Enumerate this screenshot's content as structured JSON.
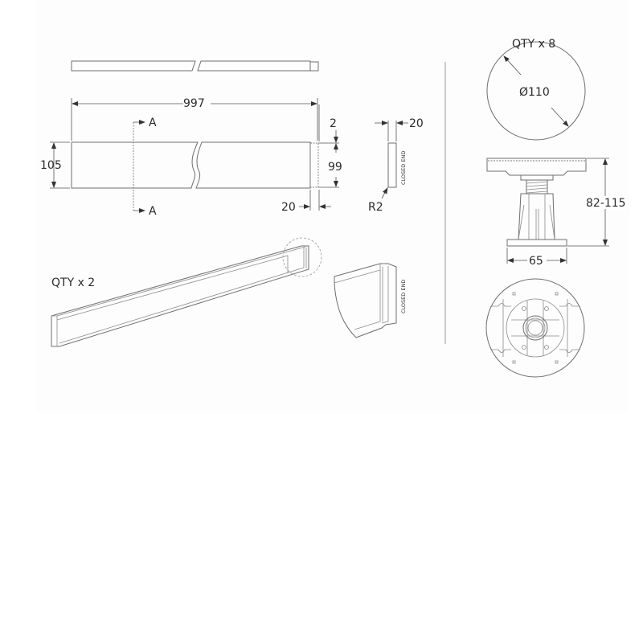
{
  "drawing": {
    "title": "Shower tray bath panel and leg kit technical drawing",
    "colors": {
      "background": "#ffffff",
      "panel": "#fdfdfd",
      "line": "#6e6e6e",
      "text": "#2b2b2b"
    },
    "panel_section": {
      "length_dim": "997",
      "height_dim": "105",
      "section_label_top": "A",
      "section_label_bottom": "A",
      "end_height_dim": "99",
      "end_offset_dim": "2",
      "end_length_dim": "20",
      "side_thickness_dim": "20",
      "radius_label": "R2",
      "closed_end_label": "CLOSED END",
      "iso_quantity": "QTY x 2",
      "detail_closed_end_label": "CLOSED END"
    },
    "leg_section": {
      "quantity": "QTY x 8",
      "diameter_dim": "Ø110",
      "height_range_dim": "82-115",
      "base_width_dim": "65"
    }
  }
}
